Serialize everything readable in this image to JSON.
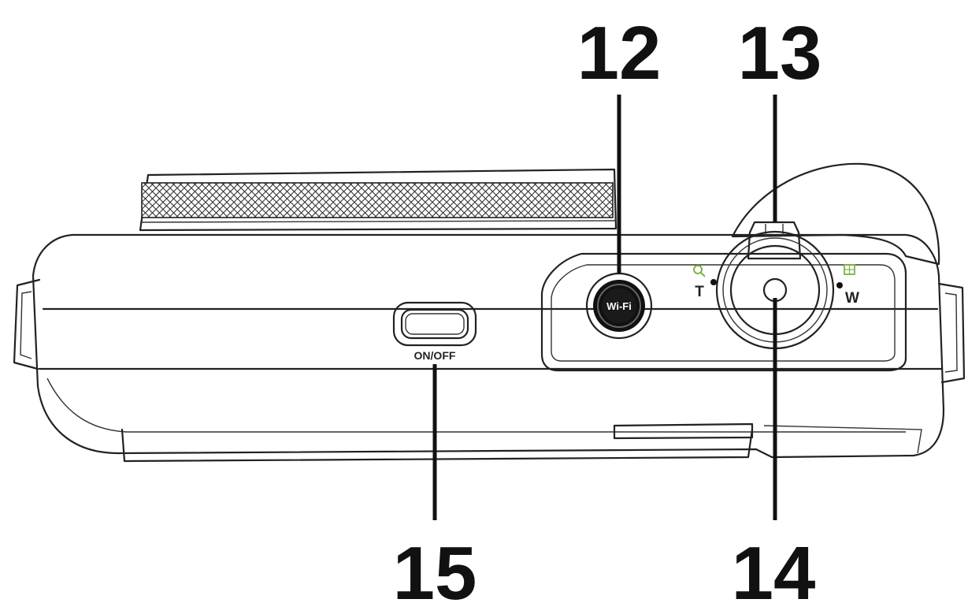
{
  "callouts": {
    "wifi_button": "12",
    "zoom_lever": "13",
    "shutter_button": "14",
    "power_button": "15"
  },
  "labels": {
    "wifi": "Wi-Fi",
    "power": "ON/OFF",
    "tele": "T",
    "wide": "W"
  },
  "icons": {
    "tele": "magnifier-icon",
    "wide": "grid-icon"
  },
  "colors": {
    "line": "#222222",
    "icon_accent": "#7cb342"
  }
}
